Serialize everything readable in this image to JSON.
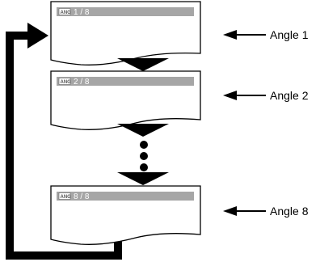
{
  "screens": [
    {
      "counter": "1 / 8",
      "label": "Angle 1"
    },
    {
      "counter": "2 / 8",
      "label": "Angle 2"
    },
    {
      "counter": "8 / 8",
      "label": "Angle 8"
    }
  ],
  "icon_text": "ANG",
  "colors": {
    "bar": "#a6a6a6",
    "stroke": "#000000",
    "background": "#ffffff"
  }
}
